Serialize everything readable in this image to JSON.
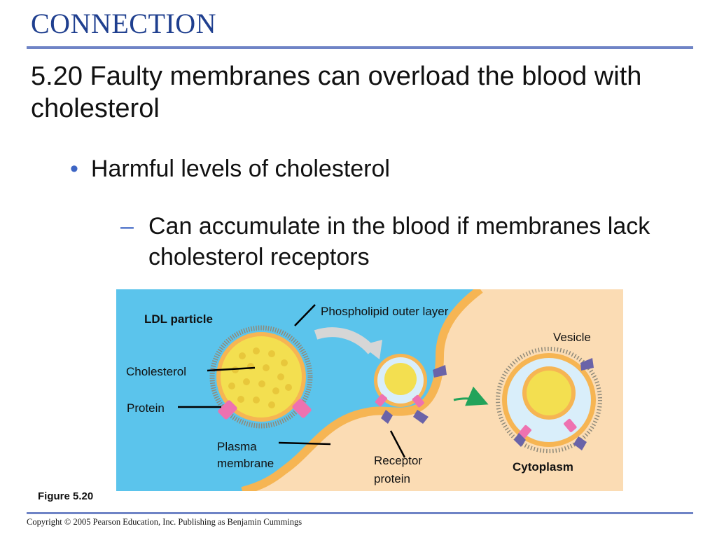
{
  "header": {
    "label": "CONNECTION"
  },
  "slide": {
    "title": "5.20 Faulty membranes can overload the blood with cholesterol",
    "bullet_marker": "•",
    "bullet": "Harmful levels of cholesterol",
    "sub_marker": "–",
    "sub_bullet": "Can accumulate in the blood if membranes lack cholesterol receptors"
  },
  "figure": {
    "caption": "Figure 5.20",
    "labels": {
      "ldl_particle": "LDL particle",
      "phospholipid": "Phospholipid outer layer",
      "vesicle": "Vesicle",
      "cholesterol": "Cholesterol",
      "protein": "Protein",
      "plasma_1": "Plasma",
      "plasma_2": "membrane",
      "receptor_1": "Receptor",
      "receptor_2": "protein",
      "cytoplasm": "Cytoplasm"
    },
    "colors": {
      "blood": "#5bc4ec",
      "cytoplasm": "#fbdcb4",
      "membrane": "#f6b553",
      "cholesterol": "#f3df50",
      "ldl_protein": "#ee72b0",
      "receptor": "#6a63a8",
      "arrow_green": "#22a35a"
    }
  },
  "footer": {
    "copyright": "Copyright © 2005 Pearson Education, Inc. Publishing as Benjamin Cummings"
  }
}
